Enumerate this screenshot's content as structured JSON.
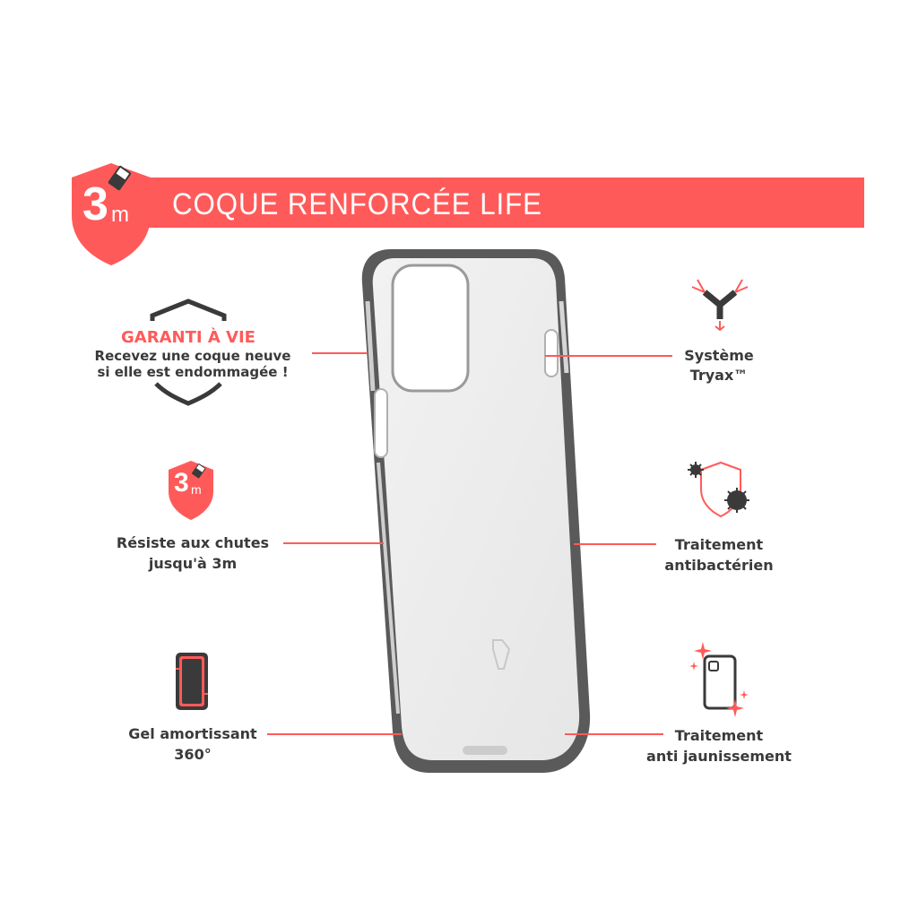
{
  "brand_color": "#ff5a5a",
  "header": {
    "badge_number": "3",
    "badge_unit": "m",
    "title": "COQUE RENFORCÉE LIFE"
  },
  "warranty": {
    "title": "GARANTI À VIE",
    "line1": "Recevez une coque neuve",
    "line2": "si elle est endommagée !"
  },
  "features_left": [
    {
      "icon": "drop-shield-icon",
      "badge_number": "3",
      "badge_unit": "m",
      "line1": "Résiste aux chutes",
      "line2": "jusqu'à 3m"
    },
    {
      "icon": "gel-360-icon",
      "line1": "Gel amortissant",
      "line2": "360°"
    }
  ],
  "features_right": [
    {
      "icon": "tryax-icon",
      "line1": "Système",
      "line2": "Tryax™"
    },
    {
      "icon": "antibacterial-shield-icon",
      "line1": "Traitement",
      "line2": "antibactérien"
    },
    {
      "icon": "anti-yellowing-icon",
      "line1": "Traitement",
      "line2": "anti jaunissement"
    }
  ]
}
